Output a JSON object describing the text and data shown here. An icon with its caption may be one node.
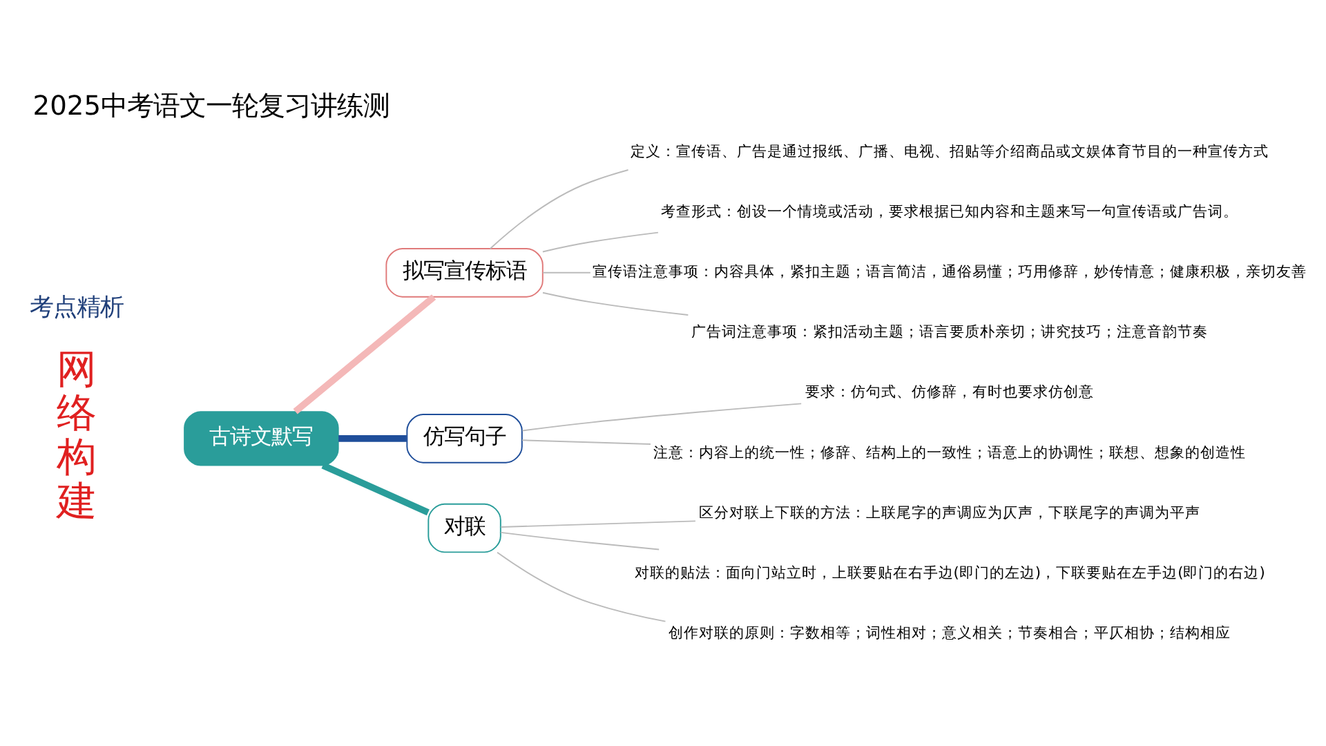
{
  "diagram": {
    "title": "2025中考语文一轮复习讲练测",
    "nodes": [
      {
        "text": [
          "古诗文默写"
        ]
      },
      {
        "text": [
          "拟写宣传标语"
        ]
      },
      {
        "text": [
          "定义：宣传语、广告是通过报纸、广播、电视、招贴等介绍商品或文娱体育节目的一种宣传方式"
        ]
      },
      {
        "text": [
          "考查形式：创设一个情境或活动，要求根据已知内容和主题来写一句宣传语或广告词。"
        ]
      },
      {
        "text": [
          "宣传语注意事项：内容具体，紧扣主题；语言简洁，通俗易懂；巧用修辞，妙传情意；健康积极，亲切友善"
        ]
      },
      {
        "text": [
          "广告词注意事项：紧扣活动主题；语言要质朴亲切；讲究技巧；注意音韵节奏"
        ]
      },
      {
        "text": [
          "仿写句子"
        ]
      },
      {
        "text": [
          "要求：仿句式、仿修辞，有时也要求仿创意"
        ]
      },
      {
        "text": [
          "注意：内容上的统一性；修辞、结构上的一致性；语意上的协调性；联想、想象的创造性"
        ]
      },
      {
        "text": [
          "对联"
        ]
      },
      {
        "text": [
          "区分对联上下联的方法：上联尾字的声调应为仄声，下联尾字的声调为平声"
        ]
      },
      {
        "text": [
          "对联的贴法：面向门站立时，上联要贴在右手边(即门的左边)，下联要贴在左手边(即门的右边)"
        ]
      },
      {
        "text": [
          "创作对联的原则：字数相等；词性相对；意义相关；节奏相合；平仄相协；结构相应"
        ]
      }
    ],
    "edges": [
      {
        "from": 0,
        "to": 1,
        "arrow": "none",
        "style": "thick",
        "color": "#f4b8b8"
      },
      {
        "from": 1,
        "to": 2,
        "arrow": "none"
      },
      {
        "from": 1,
        "to": 3,
        "arrow": "none"
      },
      {
        "from": 1,
        "to": 4,
        "arrow": "none"
      },
      {
        "from": 1,
        "to": 5,
        "arrow": "none"
      },
      {
        "from": 0,
        "to": 6,
        "arrow": "none",
        "style": "thick",
        "color": "#1f4e9a"
      },
      {
        "from": 6,
        "to": 7,
        "arrow": "none"
      },
      {
        "from": 6,
        "to": 8,
        "arrow": "none"
      },
      {
        "from": 0,
        "to": 9,
        "arrow": "none",
        "style": "thick",
        "color": "#2a9d9a"
      },
      {
        "from": 9,
        "to": 10,
        "arrow": "none"
      },
      {
        "from": 9,
        "to": 11,
        "arrow": "none"
      },
      {
        "from": 9,
        "to": 12,
        "arrow": "none"
      }
    ],
    "labels": [
      "考点精析",
      "网络构建"
    ]
  }
}
